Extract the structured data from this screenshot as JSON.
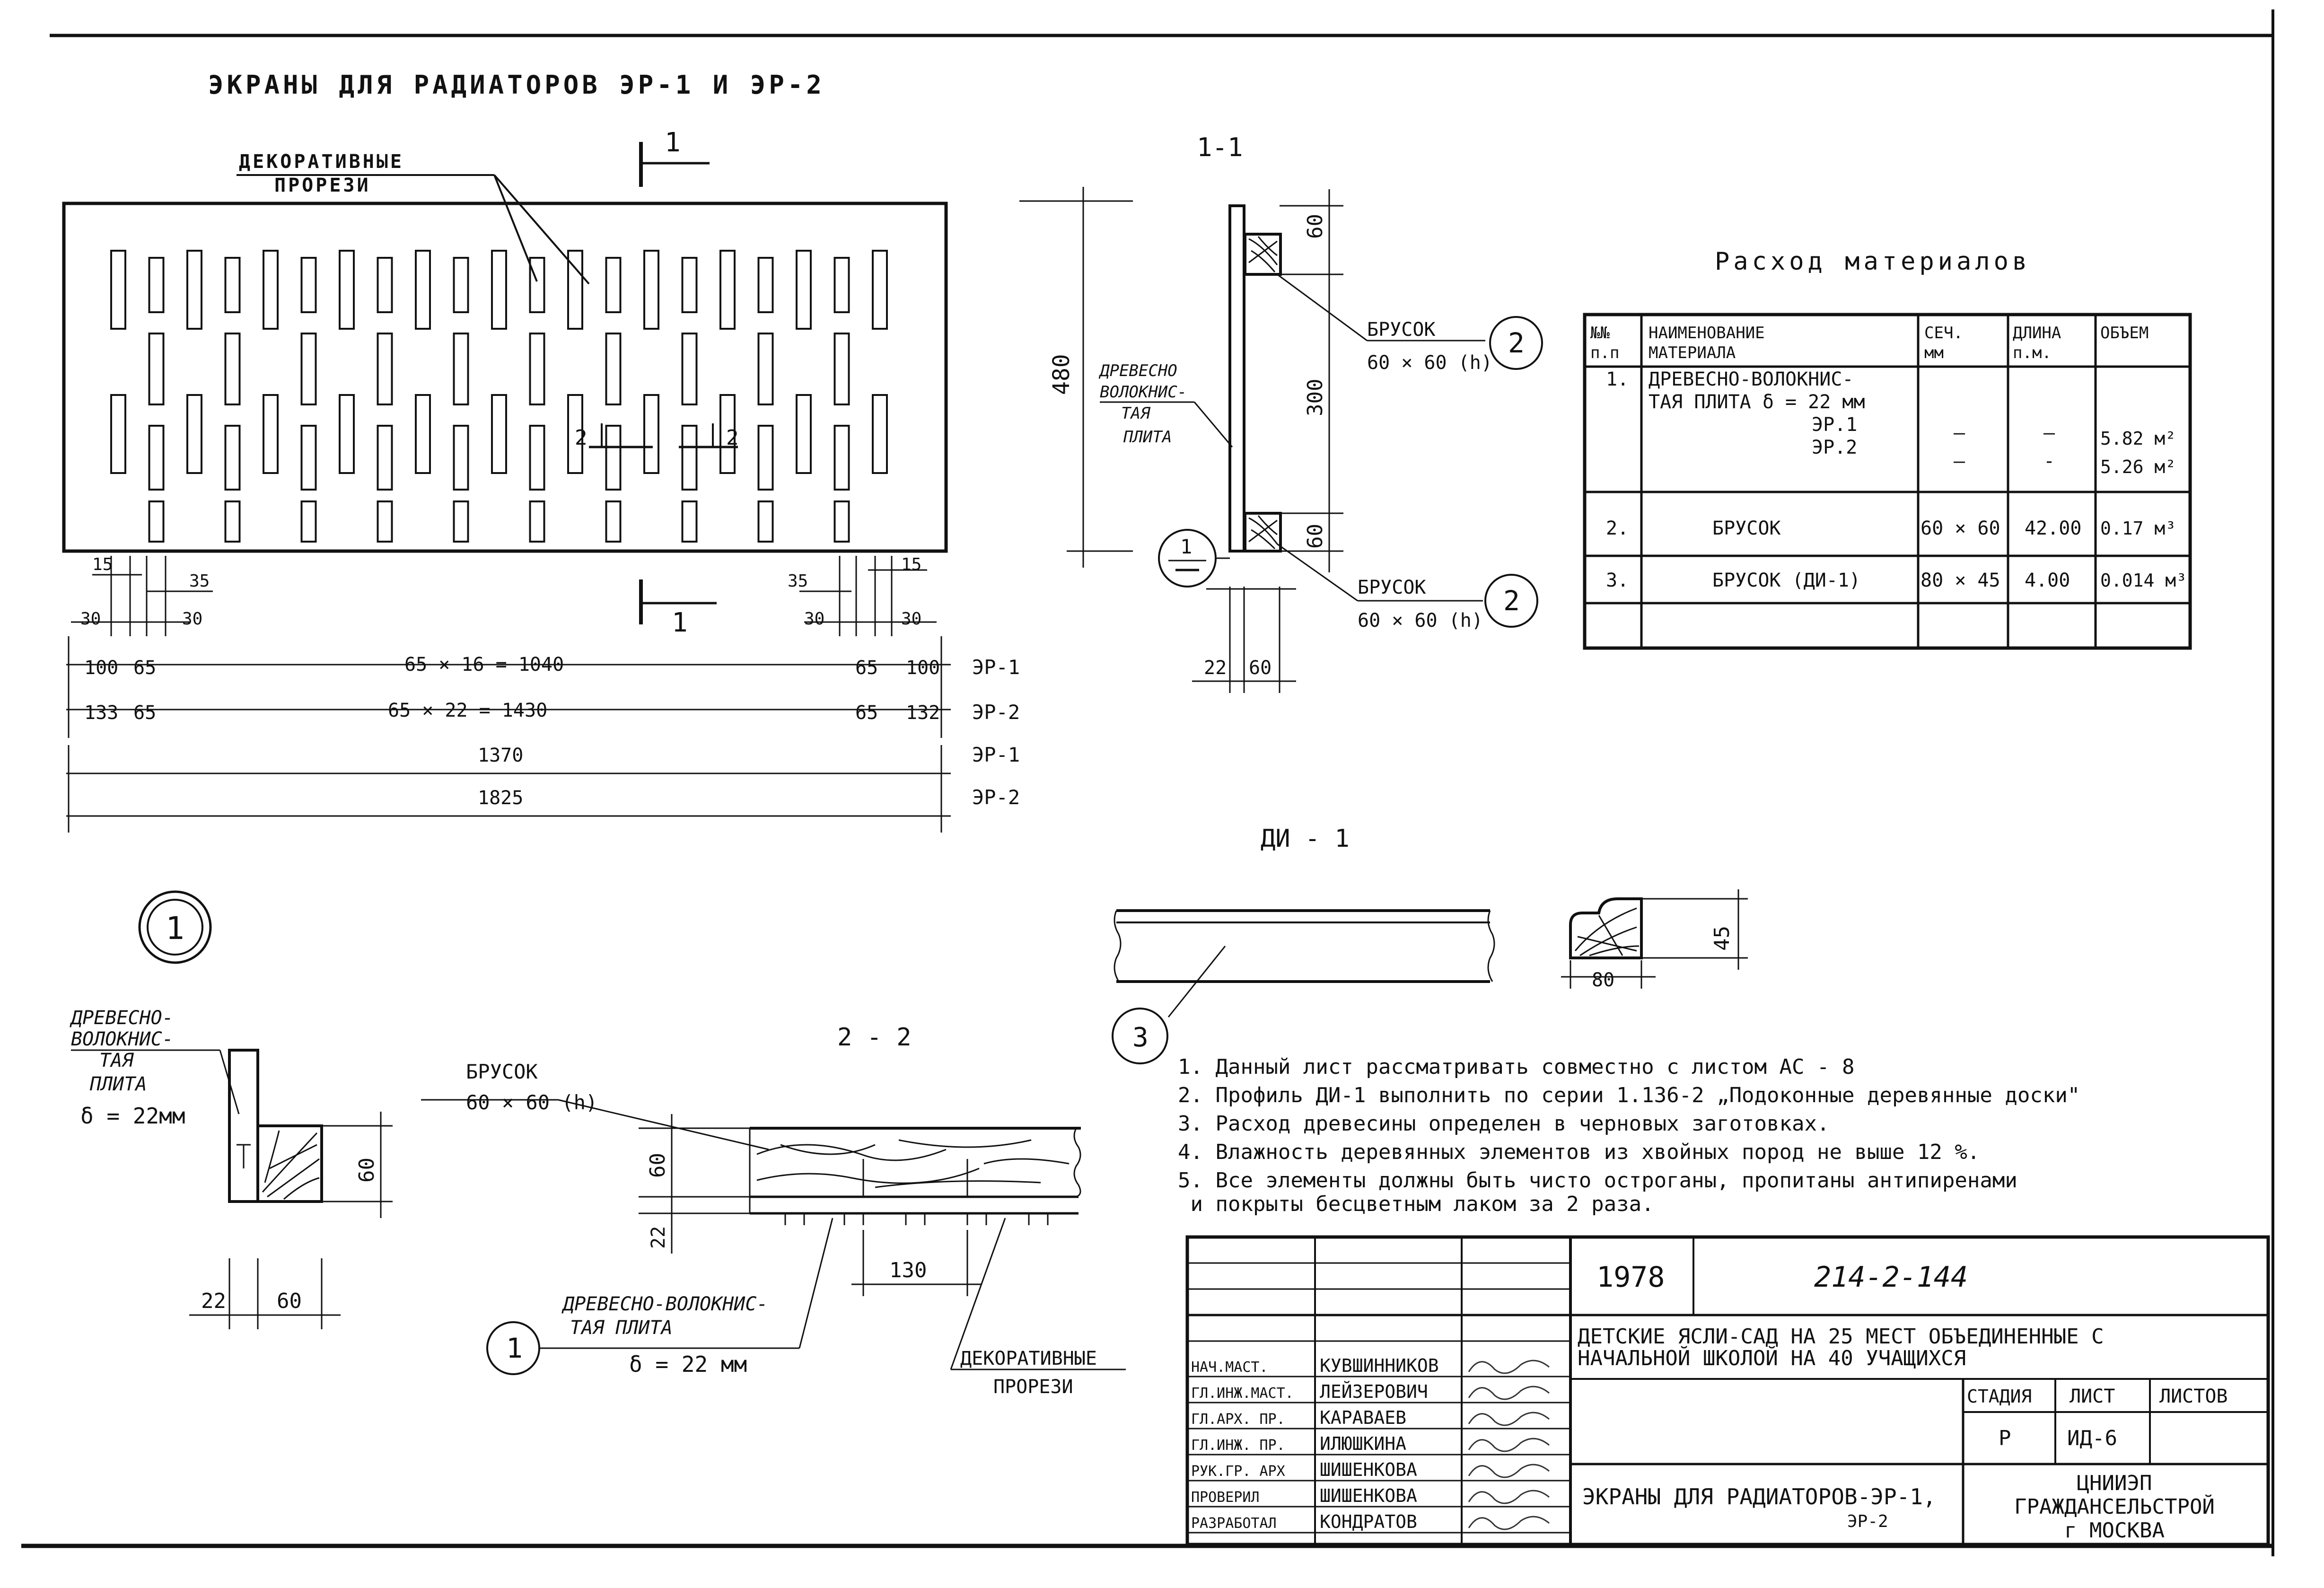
{
  "title": "ЭКРАНЫ ДЛЯ РАДИАТОРОВ ЭР-1 И ЭР-2",
  "elevation": {
    "callout_slots": "ДЕКОРАТИВНЫЕ\nПРОРЕЗИ",
    "section_marker": "1",
    "section_2_marker": "2",
    "dims_top_left": [
      "15",
      "35",
      "30",
      "30"
    ],
    "dims_top_right": [
      "35",
      "15",
      "30",
      "30"
    ],
    "row_er1": {
      "left": "100",
      "left2": "65",
      "mid": "65 × 16 = 1040",
      "right2": "65",
      "right": "100",
      "label": "ЭР-1"
    },
    "row_er2": {
      "left": "133",
      "left2": "65",
      "mid": "65 × 22 = 1430",
      "right2": "65",
      "right": "132",
      "label": "ЭР-2"
    },
    "total_er1": {
      "value": "1370",
      "label": "ЭР-1"
    },
    "total_er2": {
      "value": "1825",
      "label": "ЭР-2"
    }
  },
  "section_1_1": {
    "title": "1-1",
    "height": "480",
    "dim_top": "60",
    "dim_mid": "300",
    "dim_bot": "60",
    "board_label": "ДРЕВЕСНО\nВОЛОКНИС-\nТАЯ\nПЛИТА",
    "bar_top_label": "БРУСОК",
    "bar_top_size": "60 × 60 (h)",
    "bar_top_ref": "2",
    "bar_bot_label": "БРУСОК",
    "bar_bot_size": "60 × 60 (h)",
    "bar_bot_ref": "2",
    "node_ref": "1",
    "dim_b1": "22",
    "dim_b2": "60"
  },
  "materials": {
    "title": "Расход материалов",
    "headers": [
      "№№\nп.п",
      "НАИМЕНОВАНИЕ\nМАТЕРИАЛА",
      "СЕЧ.\nмм",
      "ДЛИНА\nп.м.",
      "ОБЪЕМ"
    ],
    "rows": [
      {
        "no": "1.",
        "name": "ДРЕВЕСНО-ВОЛОКНИС-\nТАЯ ПЛИТА δ = 22 мм\nЭР.1\nЭР.2",
        "sec": "—\n—",
        "len": "—\n-",
        "vol": "5.82 м²\n5.26 м²"
      },
      {
        "no": "2.",
        "name": "БРУСОК",
        "sec": "60 × 60",
        "len": "42.00",
        "vol": "0.17 м³"
      },
      {
        "no": "3.",
        "name": "БРУСОК (ДИ-1)",
        "sec": "80 × 45",
        "len": "4.00",
        "vol": "0.014 м³"
      }
    ]
  },
  "node_1": {
    "ref": "1",
    "board_label": "ДРЕВЕСНО-\nВОЛОКНИС-\nТАЯ\nПЛИТА",
    "thickness": "δ = 22мм",
    "dim_h": "60",
    "dim_b1": "22",
    "dim_b2": "60"
  },
  "section_2_2": {
    "title": "2 - 2",
    "bar_label": "БРУСОК",
    "bar_size": "60 × 60 (h)",
    "dim_h1": "60",
    "dim_h2": "22",
    "dim_step": "130",
    "board_ref": "1",
    "board_label": "ДРЕВЕСНО-ВОЛОКНИС-\nТАЯ ПЛИТА",
    "board_thick": "δ = 22 мм",
    "slots_label": "ДЕКОРАТИВНЫЕ\nПРОРЕЗИ"
  },
  "di1": {
    "title": "ДИ - 1",
    "ref": "3",
    "dim_h": "45",
    "dim_w": "80"
  },
  "notes": [
    "1. Данный лист рассматривать совместно с листом АС - 8",
    "2. Профиль ДИ-1 выполнить по серии 1.136-2 „Подоконные деревянные доски\"",
    "3. Расход древесины определен в черновых заготовках.",
    "4. Влажность деревянных элементов из хвойных пород не выше 12 %.",
    "5. Все элементы должны быть чисто остроганы, пропитаны антипиренами\n   и покрыты бесцветным лаком за 2 раза."
  ],
  "title_block": {
    "year": "1978",
    "code": "214-2-144",
    "project": "ДЕТСКИЕ ЯСЛИ-САД НА 25 МЕСТ ОБЪЕДИНЕННЫЕ С\nНАЧАЛЬНОЙ ШКОЛОЙ НА 40 УЧАЩИХСЯ",
    "sheet_name": "ЭКРАНЫ ДЛЯ РАДИАТОРОВ-ЭР-1,\nЭР-2",
    "stage_h": "СТАДИЯ",
    "sheet_h": "ЛИСТ",
    "sheets_h": "ЛИСТОВ",
    "stage": "Р",
    "sheet": "ИД-6",
    "sheets": "",
    "org": "ЦНИИЭП\nГРАЖДАНСЕЛЬСТРОЙ\nг МОСКВА",
    "roles": [
      {
        "role": "НАЧ.МАСТ.",
        "name": "КУВШИННИКОВ"
      },
      {
        "role": "ГЛ.ИНЖ.МАСТ.",
        "name": "ЛЕЙЗЕРОВИЧ"
      },
      {
        "role": "ГЛ.АРХ. ПР.",
        "name": "КАРАВАЕВ"
      },
      {
        "role": "ГЛ.ИНЖ. ПР.",
        "name": "ИЛЮШКИНА"
      },
      {
        "role": "РУК.ГР. АРХ",
        "name": "ШИШЕНКОВА"
      },
      {
        "role": "ПРОВЕРИЛ",
        "name": "ШИШЕНКОВА"
      },
      {
        "role": "РАЗРАБОТАЛ",
        "name": "КОНДРАТОВ"
      }
    ]
  }
}
